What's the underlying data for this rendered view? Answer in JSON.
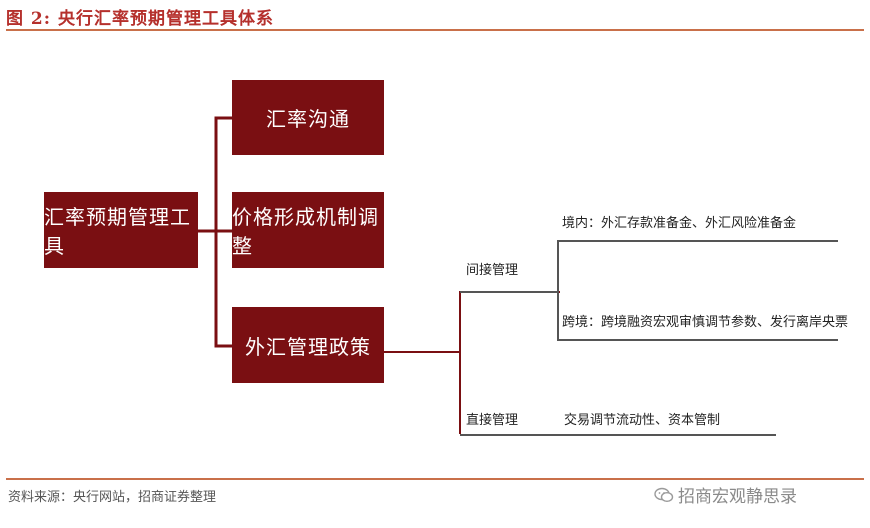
{
  "header": {
    "title": "图 2:  央行汇率预期管理工具体系"
  },
  "diagram": {
    "root": "汇率预期管理工具",
    "branches": [
      {
        "label": "汇率沟通"
      },
      {
        "label": "价格形成机制调整"
      },
      {
        "label": "外汇管理政策"
      }
    ],
    "fx_policy": {
      "indirect": {
        "label": "间接管理",
        "items": [
          "境内：外汇存款准备金、外汇风险准备金",
          "跨境：跨境融资宏观审慎调节参数、发行离岸央票"
        ]
      },
      "direct": {
        "label": "直接管理",
        "items": [
          "交易调节流动性、资本管制"
        ]
      }
    }
  },
  "footer": {
    "source": "资料来源：央行网站，招商证券整理",
    "watermark": "招商宏观静思录",
    "watermark_icon": "wechat-icon"
  },
  "colors": {
    "box": "#7a0f12",
    "title": "#b5302c",
    "rule": "#c9704a"
  }
}
